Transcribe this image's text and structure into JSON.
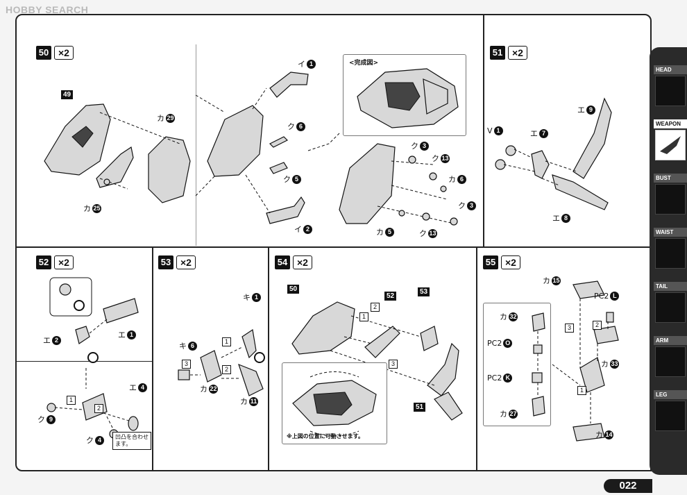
{
  "watermark": "HOBBY SEARCH",
  "page_number": "022",
  "sidebar": {
    "items": [
      {
        "label": "HEAD",
        "icon": "zoid-head-icon"
      },
      {
        "label": "WEAPON",
        "icon": "weapon-blade-icon",
        "active": true
      },
      {
        "label": "BUST",
        "icon": "zoid-bust-icon"
      },
      {
        "label": "WAIST",
        "icon": "zoid-waist-icon"
      },
      {
        "label": "TAIL",
        "icon": "zoid-tail-icon"
      },
      {
        "label": "ARM",
        "icon": "zoid-arm-icon"
      },
      {
        "label": "LEG",
        "icon": "zoid-leg-icon"
      }
    ]
  },
  "steps": {
    "s50": {
      "number": "50",
      "mult": "×2",
      "ref": "49",
      "labels": {
        "ka29": "カ",
        "ka29n": "29",
        "ka25": "カ",
        "ka25n": "25",
        "i1": "イ",
        "i1n": "1",
        "ku6": "ク",
        "ku6n": "6",
        "ku5": "ク",
        "ku5n": "5",
        "i2": "イ",
        "i2n": "2",
        "ku3a": "ク",
        "ku3an": "3",
        "ku13a": "ク",
        "ku13an": "13",
        "ka6": "カ",
        "ka6n": "6",
        "ku3b": "ク",
        "ku3bn": "3",
        "ka5": "カ",
        "ka5n": "5",
        "ku13b": "ク",
        "ku13bn": "13"
      },
      "completed_label": "<完成図>"
    },
    "s51": {
      "number": "51",
      "mult": "×2",
      "labels": {
        "v1": "V",
        "v1n": "1",
        "e7": "エ",
        "e7n": "7",
        "e9": "エ",
        "e9n": "9",
        "e8": "エ",
        "e8n": "8"
      }
    },
    "s52": {
      "number": "52",
      "mult": "×2",
      "labels": {
        "e2": "エ",
        "e2n": "2",
        "e1": "エ",
        "e1n": "1",
        "e4": "エ",
        "e4n": "4",
        "ku9": "ク",
        "ku9n": "9",
        "ku4": "ク",
        "ku4n": "4"
      },
      "note": "凹凸を合わせます。",
      "seq": [
        "1",
        "2"
      ]
    },
    "s53": {
      "number": "53",
      "mult": "×2",
      "labels": {
        "ki1": "キ",
        "ki1n": "1",
        "ki6": "キ",
        "ki6n": "6",
        "ka22": "カ",
        "ka22n": "22",
        "ka11": "カ",
        "ka11n": "11"
      },
      "seq": [
        "1",
        "2",
        "3"
      ]
    },
    "s54": {
      "number": "54",
      "mult": "×2",
      "refs": [
        "50",
        "52",
        "53",
        "51"
      ],
      "note": "※上図の位置に可動させます。",
      "seq": [
        "1",
        "2",
        "3"
      ]
    },
    "s55": {
      "number": "55",
      "mult": "×2",
      "labels": {
        "ka15": "カ",
        "ka15n": "15",
        "pc2l": "PC2",
        "pc2ln": "L",
        "ka32": "カ",
        "ka32n": "32",
        "pc2o": "PC2",
        "pc2on": "O",
        "pc2k": "PC2",
        "pc2kn": "K",
        "ka27": "カ",
        "ka27n": "27",
        "ka33": "カ",
        "ka33n": "33",
        "ka14": "カ",
        "ka14n": "14"
      },
      "seq": [
        "1",
        "2",
        "3"
      ]
    }
  }
}
